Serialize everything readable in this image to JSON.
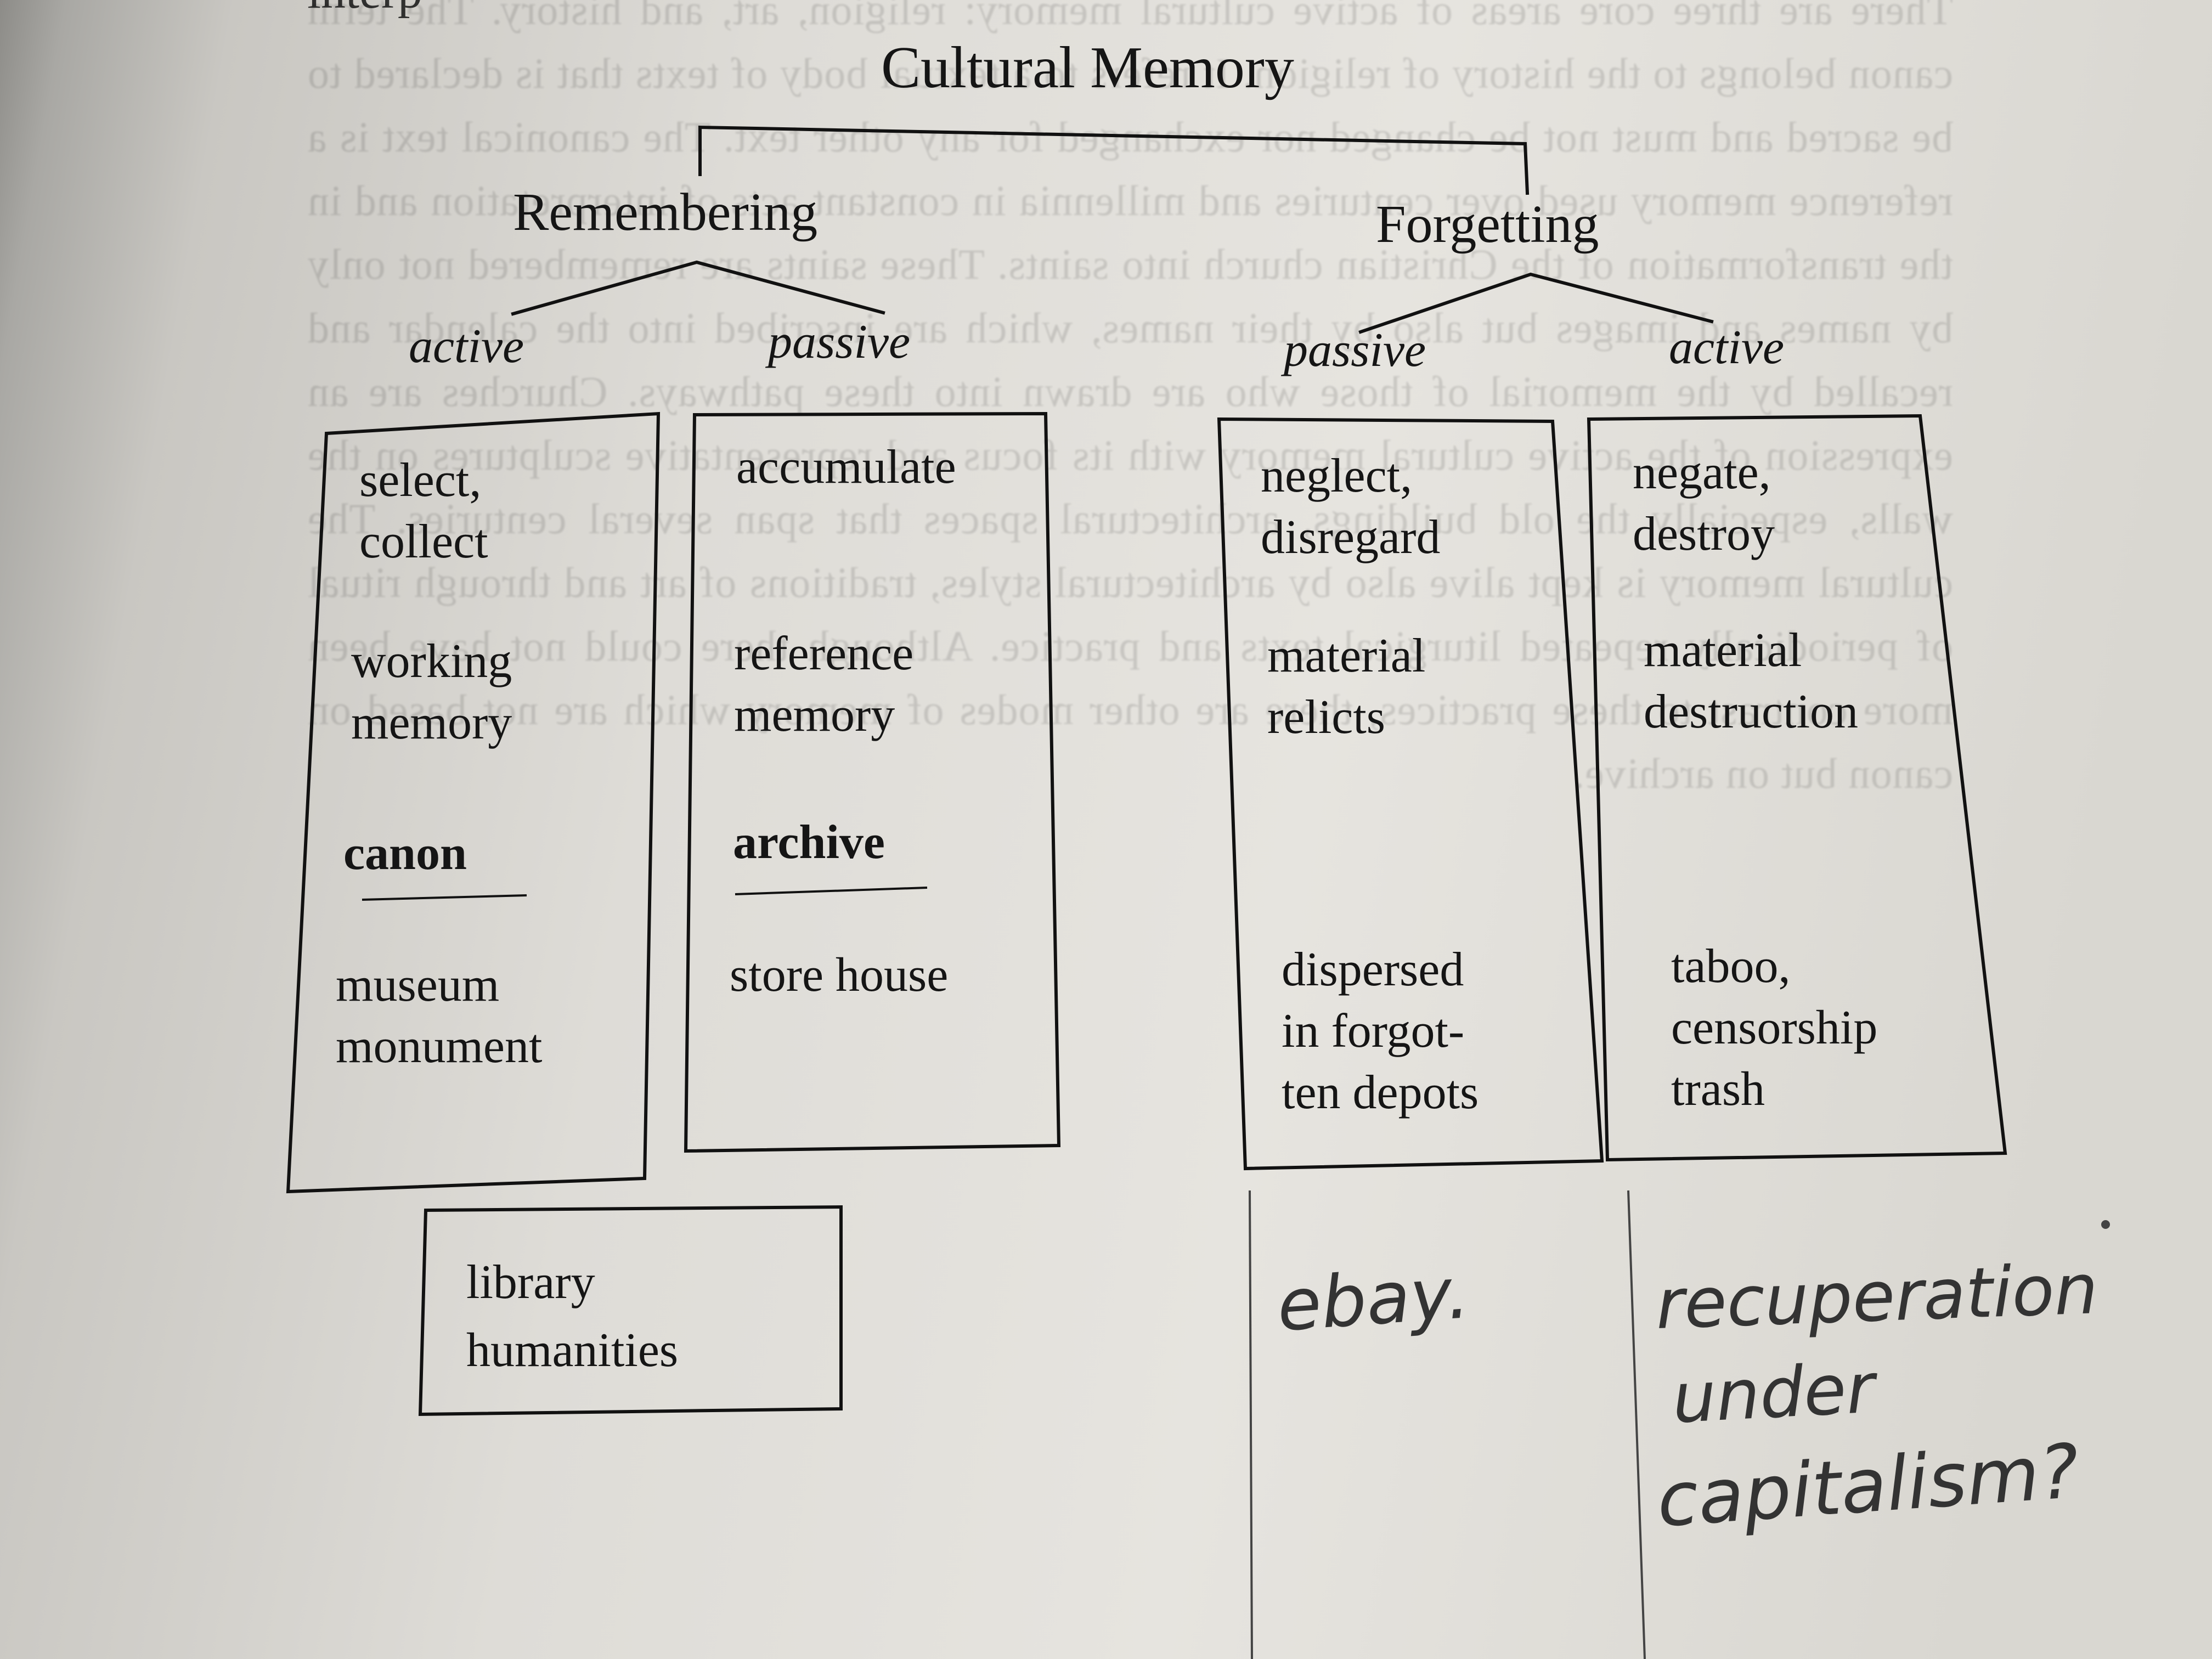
{
  "diagram": {
    "title": "Cultural Memory",
    "branches": {
      "remembering": "Remembering",
      "forgetting": "Forgetting"
    },
    "modes": {
      "rem_active": "active",
      "rem_passive": "passive",
      "forg_passive": "passive",
      "forg_active": "active"
    },
    "columns": {
      "rem_active": [
        "select,\ncollect",
        "working\nmemory",
        "canon",
        "museum\nmonument"
      ],
      "rem_passive": [
        "accumulate",
        "reference\nmemory",
        "archive",
        "store house"
      ],
      "forg_passive": [
        "neglect,\ndisregard",
        "material\nrelicts",
        "dispersed\nin forgot-\nten depots"
      ],
      "forg_active": [
        "negate,\ndestroy",
        "material\ndestruction",
        "taboo,\ncensorship\ntrash"
      ]
    },
    "bottom_box": "library\nhumanities"
  },
  "handwriting": {
    "note1": "ebay.",
    "note2_line1": "recuperation",
    "note2_line2": "under",
    "note2_line3": "capitalism?"
  },
  "background_text_fragment": "interp"
}
